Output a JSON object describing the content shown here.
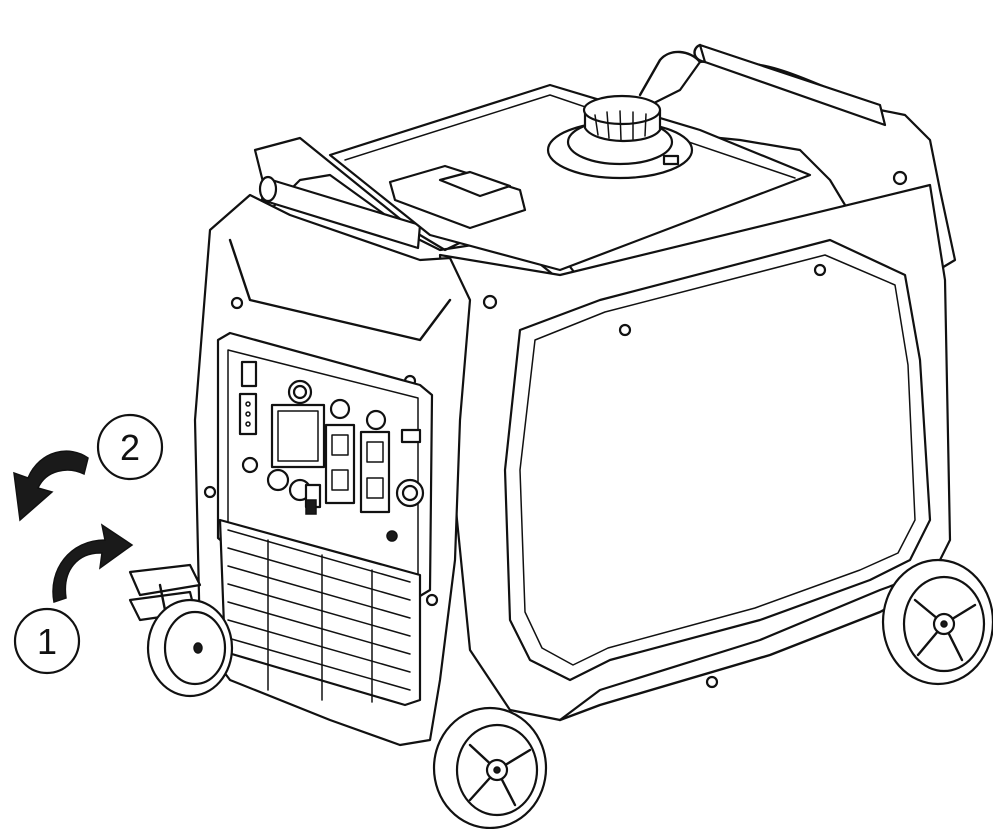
{
  "diagram": {
    "callouts": [
      {
        "id": "1",
        "label": "1"
      },
      {
        "id": "2",
        "label": "2"
      }
    ],
    "arrows": [
      {
        "callout": "1",
        "direction": "up-right"
      },
      {
        "callout": "2",
        "direction": "down-left"
      }
    ],
    "colors": {
      "line": "#111111",
      "background": "#ffffff",
      "arrow_fill": "#1a1a1a"
    }
  }
}
